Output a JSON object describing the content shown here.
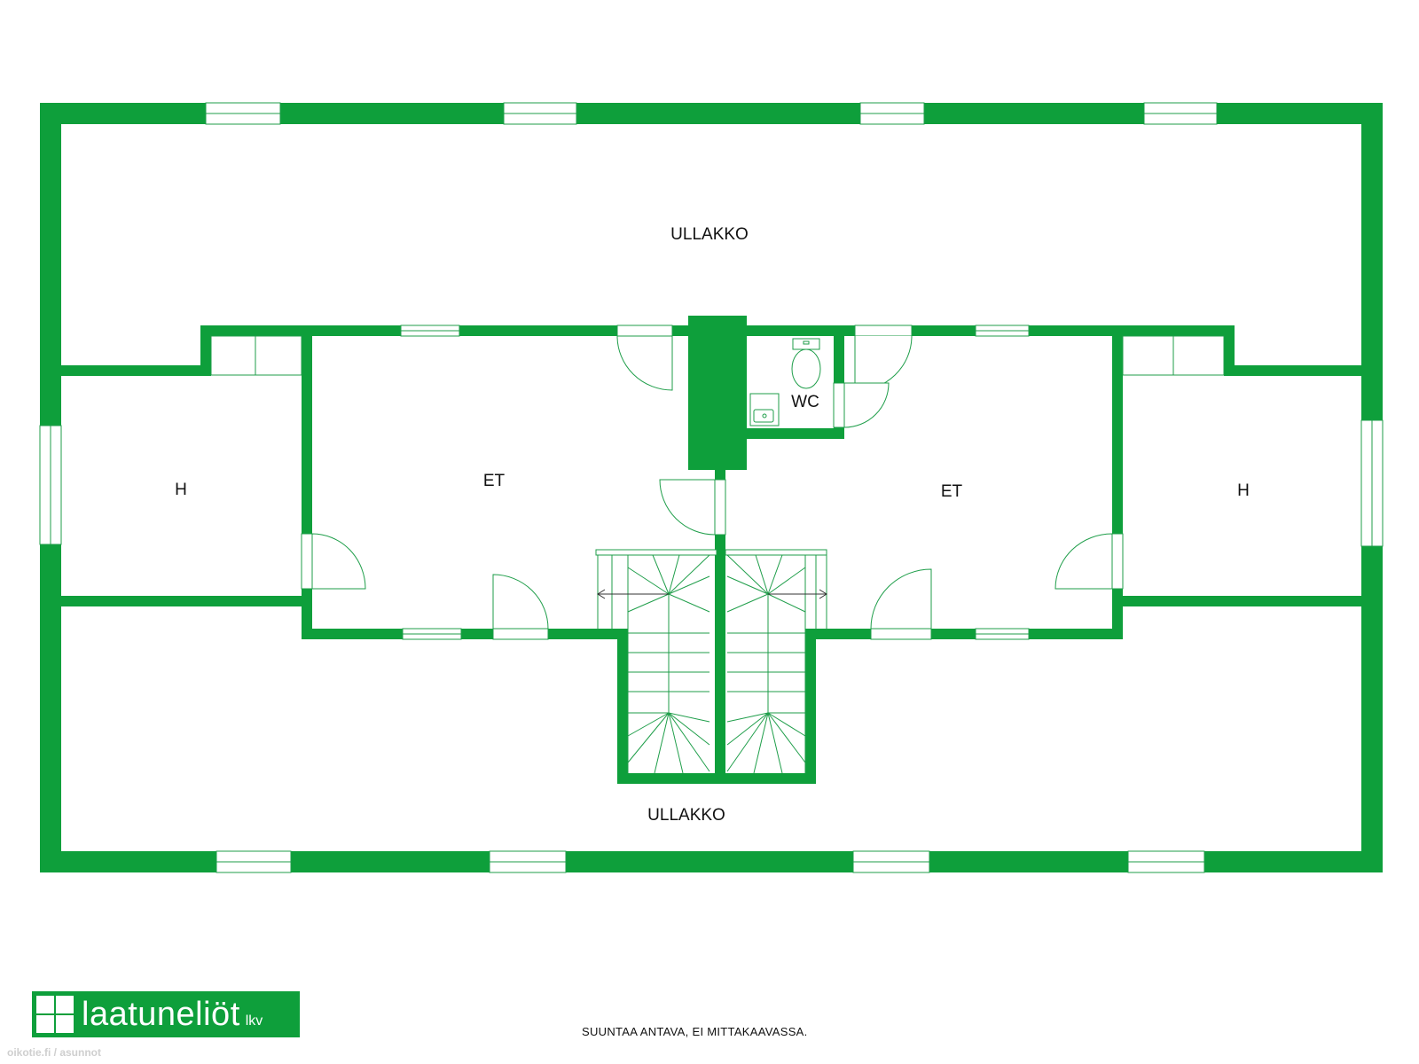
{
  "rooms": {
    "attic_top": "ULLAKKO",
    "attic_bottom": "ULLAKKO",
    "bedroom_left": "H",
    "bedroom_right": "H",
    "hall_left": "ET",
    "hall_right": "ET",
    "wc": "WC"
  },
  "footer": {
    "note": "SUUNTAA ANTAVA, EI MITTAKAAVASSA.",
    "brand": "laatuneliöt",
    "brand_suffix": "lkv",
    "watermark": "oikotie.fi / asunnot"
  },
  "colors": {
    "wall": "#0e9f3b",
    "line": "#1f9e4a"
  }
}
